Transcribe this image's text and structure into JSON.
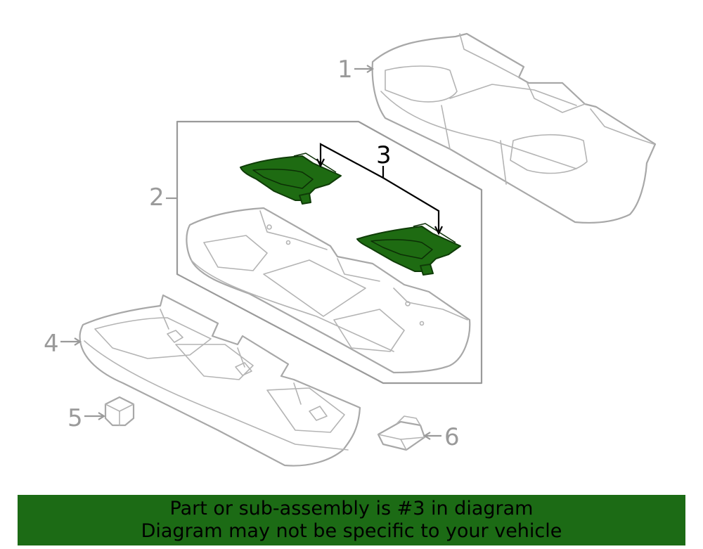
{
  "diagram": {
    "callouts": {
      "c1": "1",
      "c2": "2",
      "c3": "3",
      "c4": "4",
      "c5": "5",
      "c6": "6"
    },
    "highlighted_part": "3",
    "colors": {
      "highlight": "#1e6b12",
      "line_art": "#a8a8a8",
      "callout_text": "#9a9a9a",
      "banner": "#1c6b15"
    }
  },
  "banner": {
    "line1": "Part or sub-assembly is #3 in diagram",
    "line2": "Diagram may not be specific to your vehicle"
  }
}
